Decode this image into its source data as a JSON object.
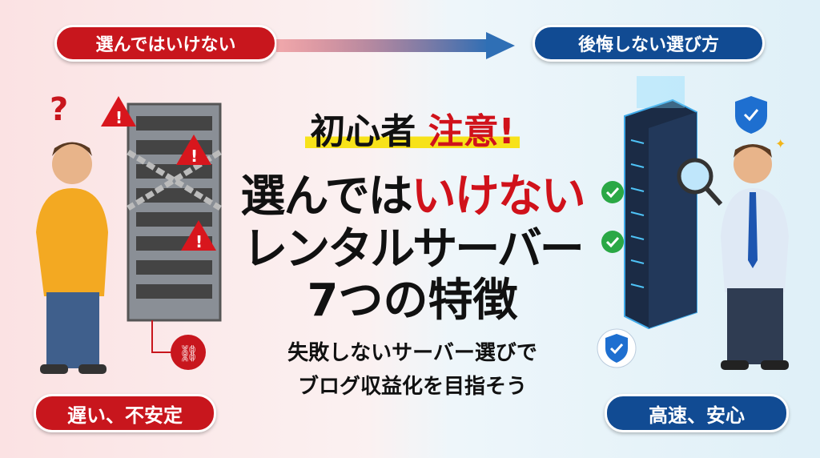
{
  "top": {
    "bad_label": "選んではいけない",
    "good_label": "後悔しない選び方"
  },
  "title": {
    "line1_black": "初心者",
    "line1_red": "注意!",
    "line2_black": "選んでは",
    "line2_red": "いけない",
    "line3": "レンタルサーバー",
    "line4": "7つの特徴"
  },
  "subtitle": {
    "line1": "失敗しないサーバー選びで",
    "line2": "ブログ収益化を目指そう"
  },
  "bottom": {
    "bad_label": "遅い、不安定",
    "good_label": "高速、安心"
  },
  "colors": {
    "red": "#c8161d",
    "blue": "#114b93",
    "yellow": "#f7e21a"
  }
}
